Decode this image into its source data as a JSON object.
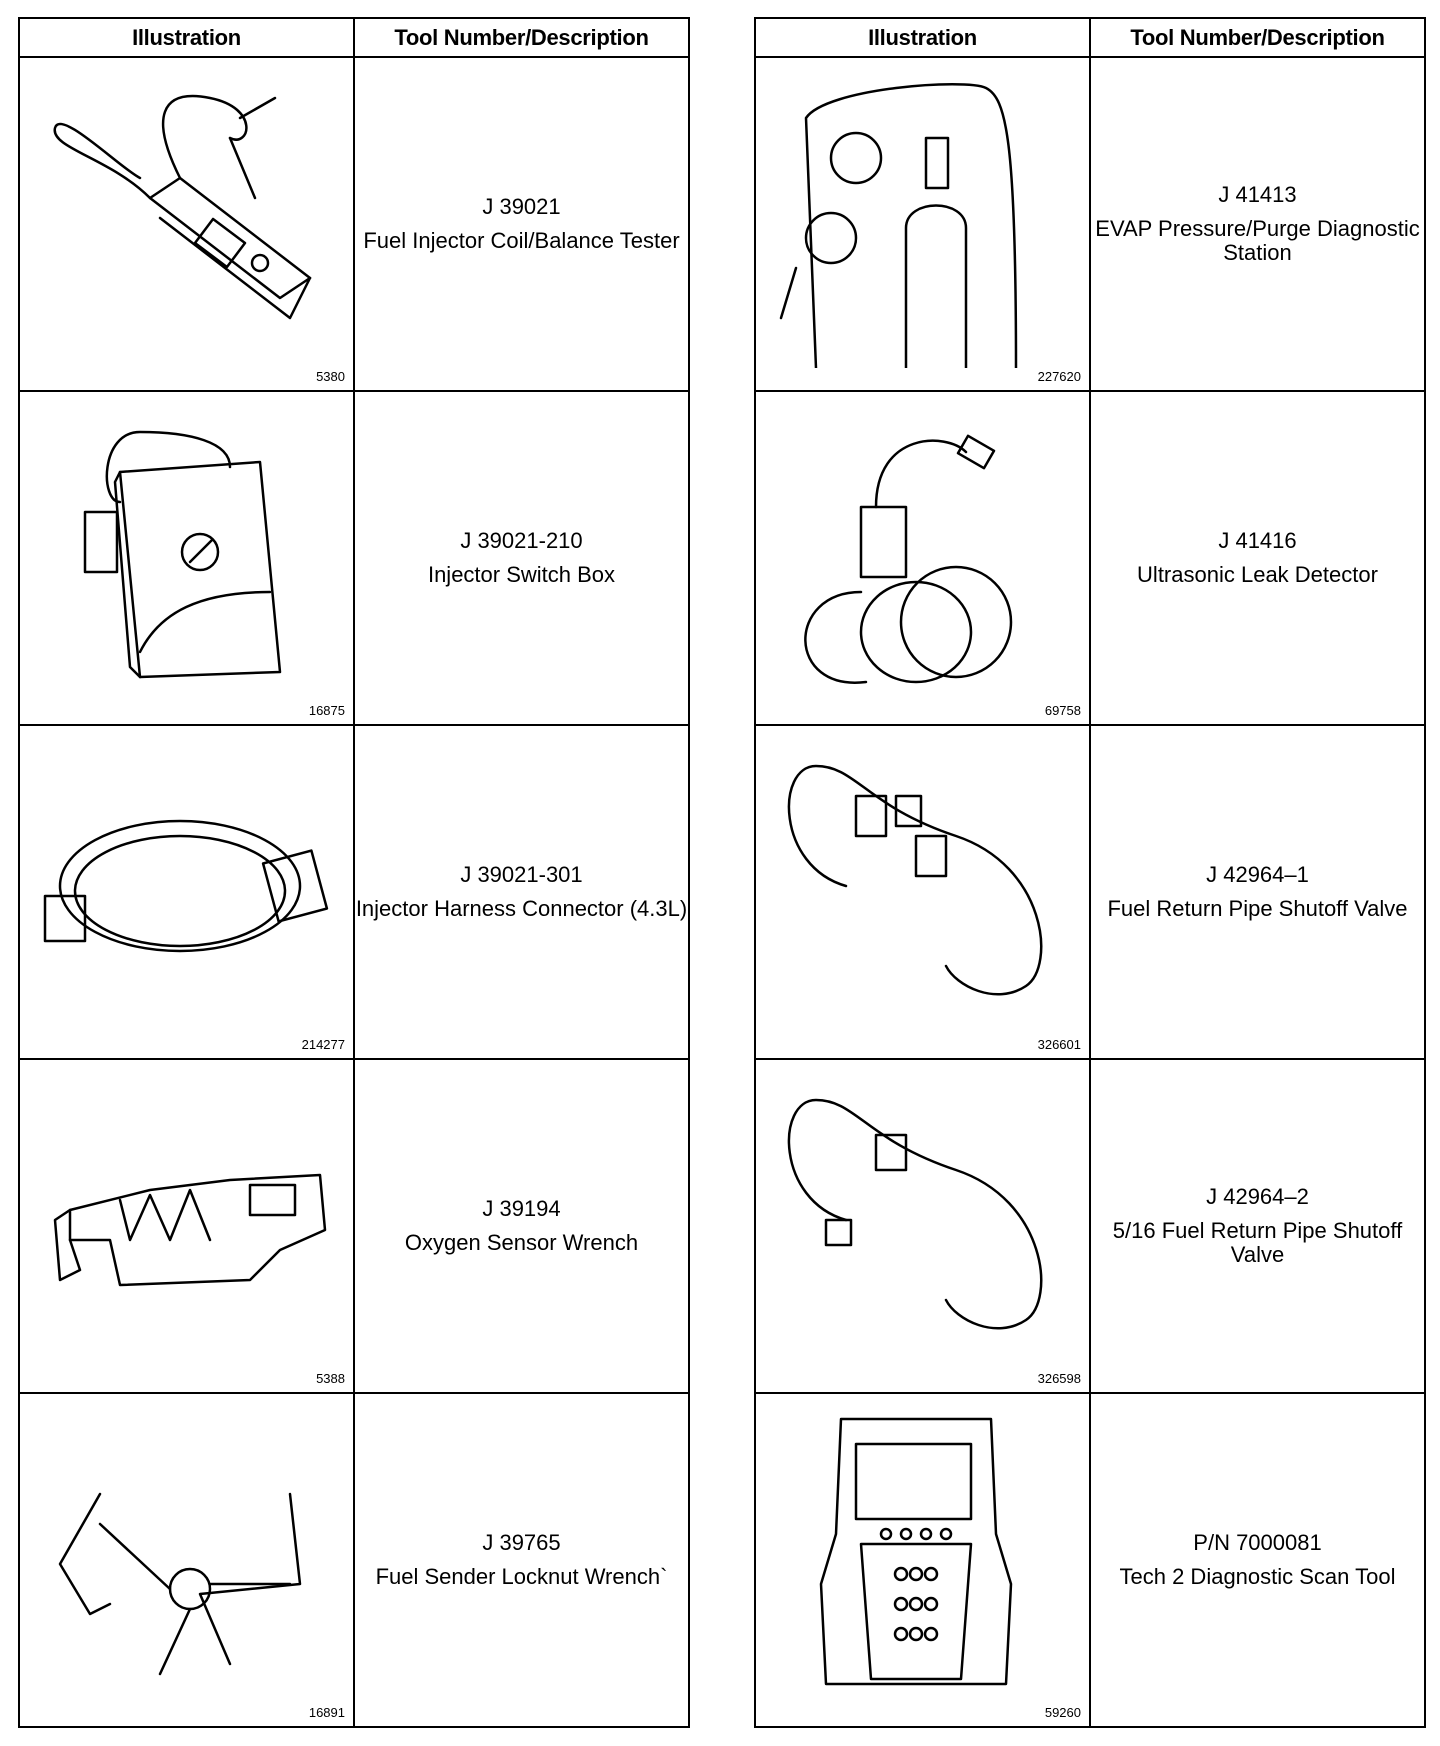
{
  "headers": {
    "illustration": "Illustration",
    "description": "Tool Number/Description"
  },
  "left_tools": [
    {
      "number": "J 39021",
      "description": "Fuel Injector Coil/Balance Tester",
      "figure": "5380"
    },
    {
      "number": "J 39021-210",
      "description": "Injector Switch Box",
      "figure": "16875"
    },
    {
      "number": "J 39021-301",
      "description": "Injector Harness Connector (4.3L)",
      "figure": "214277"
    },
    {
      "number": "J 39194",
      "description": "Oxygen Sensor Wrench",
      "figure": "5388"
    },
    {
      "number": "J 39765",
      "description": "Fuel Sender Locknut Wrench`",
      "figure": "16891"
    }
  ],
  "right_tools": [
    {
      "number": "J 41413",
      "description": "EVAP Pressure/Purge Diagnostic Station",
      "figure": "227620"
    },
    {
      "number": "J 41416",
      "description": "Ultrasonic Leak Detector",
      "figure": "69758"
    },
    {
      "number": "J 42964–1",
      "description": "Fuel Return Pipe Shutoff Valve",
      "figure": "326601"
    },
    {
      "number": "J 42964–2",
      "description": "5/16 Fuel Return Pipe Shutoff Valve",
      "figure": "326598"
    },
    {
      "number": "P/N 7000081",
      "description": "Tech 2 Diagnostic Scan Tool",
      "figure": "59260"
    }
  ]
}
